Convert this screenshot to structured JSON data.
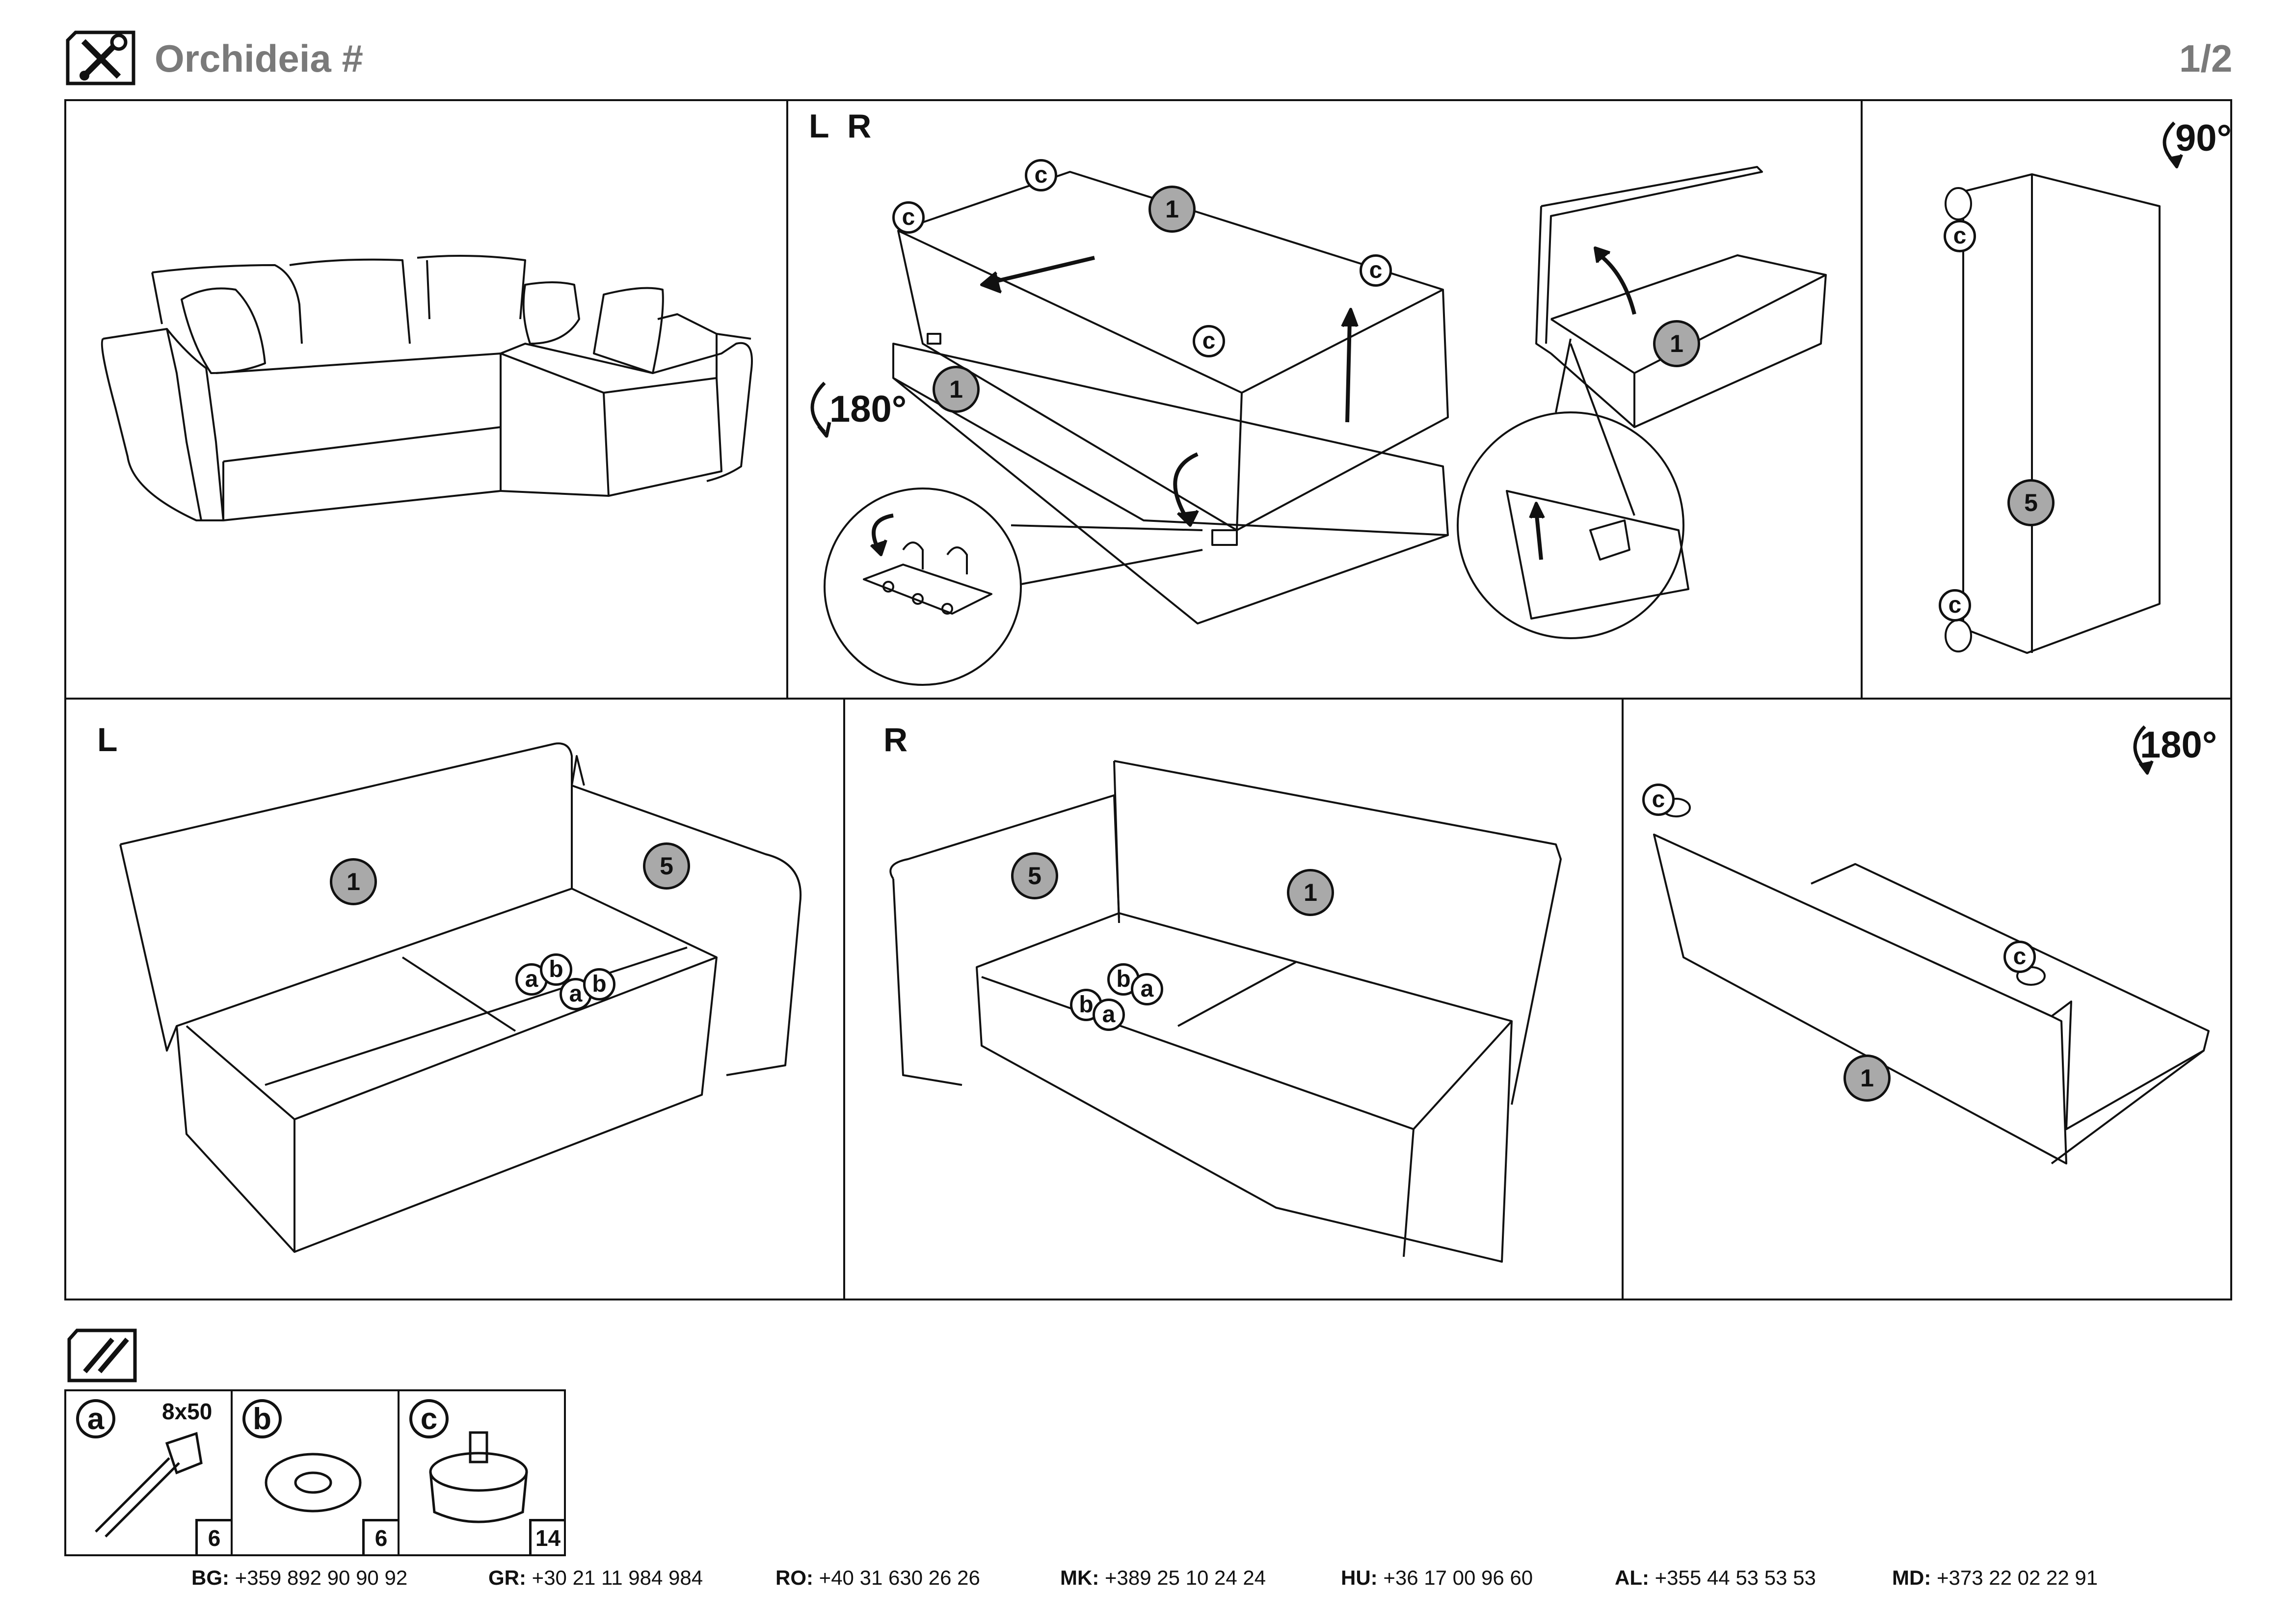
{
  "header": {
    "title": "Orchideia #",
    "page": "1/2",
    "tools_icon": "wrench-screwdriver-icon"
  },
  "panels": {
    "top_middle": {
      "label": "L  R",
      "rotation": "180°"
    },
    "top_right": {
      "rotation": "90°"
    },
    "bottom_left": {
      "label": "L"
    },
    "bottom_middle": {
      "label": "R"
    },
    "bottom_right": {
      "rotation": "180°"
    }
  },
  "part_numbers": {
    "seat": "1",
    "armrest": "5"
  },
  "hardware_letters": {
    "a": "a",
    "b": "b",
    "c": "c"
  },
  "hardware": {
    "icon": "screws-icon",
    "items": [
      {
        "letter": "a",
        "spec": "8x50",
        "qty": "6",
        "name": "bolt"
      },
      {
        "letter": "b",
        "spec": "",
        "qty": "6",
        "name": "washer"
      },
      {
        "letter": "c",
        "spec": "",
        "qty": "14",
        "name": "foot"
      }
    ]
  },
  "contacts": [
    {
      "country": "BG:",
      "phone": "+359 892 90 90 92"
    },
    {
      "country": "GR:",
      "phone": "+30 21 11 984 984"
    },
    {
      "country": "RO:",
      "phone": "+40 31 630 26 26"
    },
    {
      "country": "MK:",
      "phone": "+389 25 10 24 24"
    },
    {
      "country": "HU:",
      "phone": "+36 17 00 96 60"
    },
    {
      "country": "AL:",
      "phone": "+355 44 53 53 53"
    },
    {
      "country": "MD:",
      "phone": "+373 22 02 22 91"
    }
  ]
}
